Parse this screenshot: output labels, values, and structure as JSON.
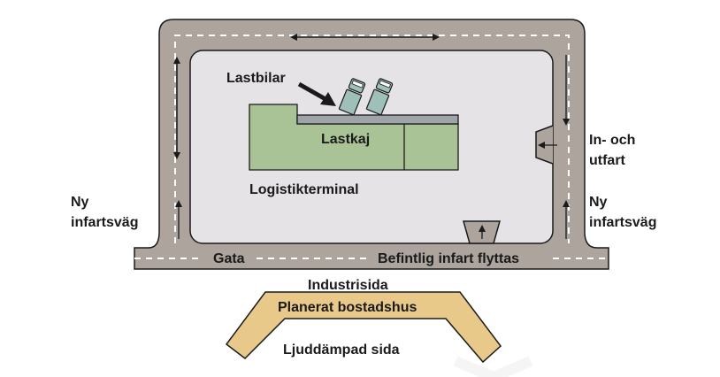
{
  "labels": {
    "trucks": "Lastbilar",
    "dock": "Lastkaj",
    "terminal": "Logistikterminal",
    "entrance_line1": "In- och",
    "entrance_line2": "utfart",
    "new_road_left_line1": "Ny",
    "new_road_left_line2": "infartsväg",
    "new_road_right_line1": "Ny",
    "new_road_right_line2": "infartsväg",
    "street": "Gata",
    "existing_entrance_moved": "Befintlig infart flyttas",
    "industrial_side": "Industrisida",
    "planned_housing": "Planerat bostadshus",
    "quiet_side": "Ljuddämpad sida"
  },
  "colors": {
    "road": "#aca49d",
    "site_area": "#e6e3e6",
    "building": "#a9c397",
    "dock_strip": "#9ea4a8",
    "housing": "#e9c98a",
    "truck": "#9fc0b8",
    "line": "#1a1a1a",
    "road_marking": "#ffffff"
  }
}
